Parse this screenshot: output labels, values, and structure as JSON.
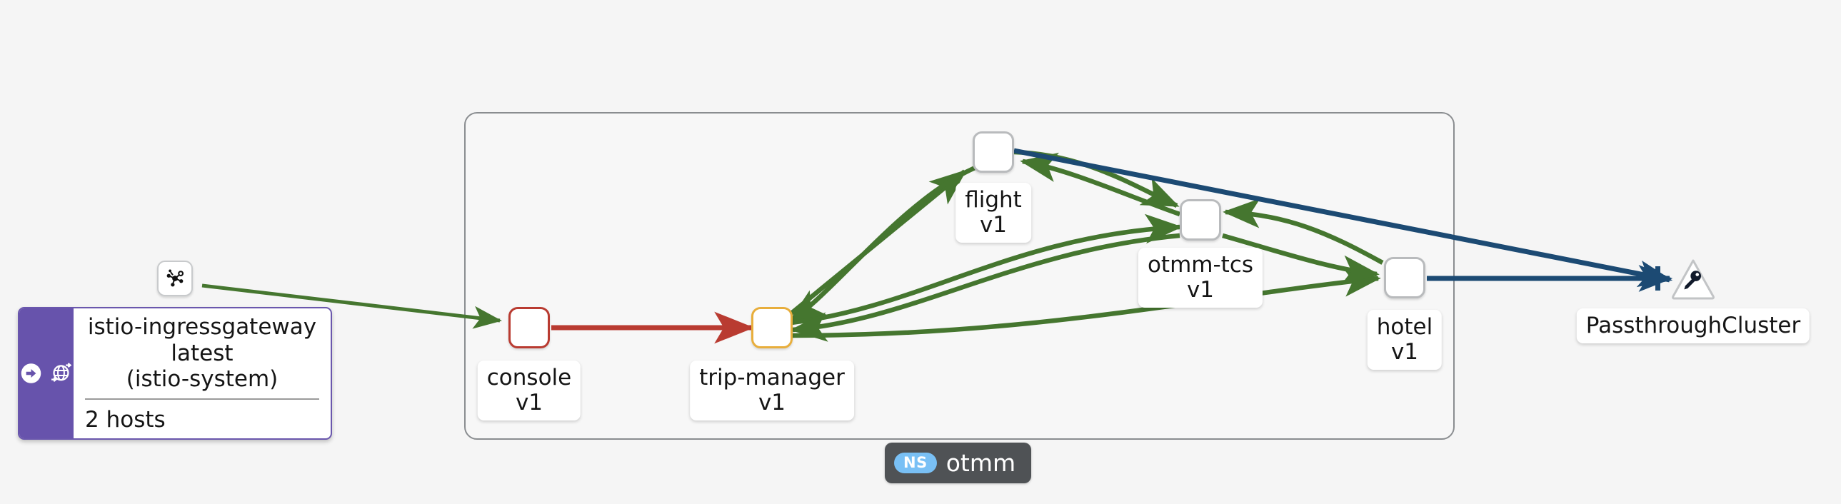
{
  "graph": {
    "background_color": "#f5f5f5",
    "namespace_group": {
      "name": "otmm",
      "badge_prefix": "NS",
      "badge_bg": "#4f5255",
      "pill_bg": "#79c0f5",
      "border_color": "#8a8d90"
    },
    "gateway_card": {
      "title_line1": "istio-ingressgateway",
      "title_line2": "latest",
      "title_line3": "(istio-system)",
      "hosts_label": "2 hosts",
      "accent_color": "#6753ac",
      "icons": [
        "arrow-circle-right-icon",
        "globe-route-icon"
      ],
      "top_badge_icon": "mesh-topology-icon"
    },
    "nodes": [
      {
        "id": "console",
        "label_line1": "console",
        "label_line2": "v1",
        "health": "red",
        "border_color": "#b93b31"
      },
      {
        "id": "trip-manager",
        "label_line1": "trip-manager",
        "label_line2": "v1",
        "health": "amber",
        "border_color": "#e8ae3c"
      },
      {
        "id": "flight",
        "label_line1": "flight",
        "label_line2": "v1",
        "health": "idle",
        "border_color": "#b9bbbd"
      },
      {
        "id": "otmm-tcs",
        "label_line1": "otmm-tcs",
        "label_line2": "v1",
        "health": "idle",
        "border_color": "#b9bbbd"
      },
      {
        "id": "hotel",
        "label_line1": "hotel",
        "label_line2": "v1",
        "health": "idle",
        "border_color": "#b9bbbd"
      },
      {
        "id": "passthroughcluster",
        "label_line1": "PassthroughCluster",
        "label_line2": "",
        "health": "idle",
        "border_color": "#b9bbbd",
        "shape": "triangle",
        "icon": "key-icon"
      }
    ],
    "edge_colors": {
      "healthy": "#45762f",
      "error": "#b93b31",
      "tcp": "#1c4a73"
    },
    "edges": [
      {
        "from": "istio-ingressgateway",
        "to": "console",
        "status": "healthy"
      },
      {
        "from": "console",
        "to": "trip-manager",
        "status": "error"
      },
      {
        "from": "trip-manager",
        "to": "flight",
        "status": "healthy"
      },
      {
        "from": "trip-manager",
        "to": "otmm-tcs",
        "status": "healthy"
      },
      {
        "from": "trip-manager",
        "to": "hotel",
        "status": "healthy"
      },
      {
        "from": "flight",
        "to": "trip-manager",
        "status": "healthy"
      },
      {
        "from": "flight",
        "to": "otmm-tcs",
        "status": "healthy"
      },
      {
        "from": "otmm-tcs",
        "to": "flight",
        "status": "healthy"
      },
      {
        "from": "otmm-tcs",
        "to": "hotel",
        "status": "healthy"
      },
      {
        "from": "hotel",
        "to": "otmm-tcs",
        "status": "healthy"
      },
      {
        "from": "hotel",
        "to": "passthroughcluster",
        "status": "tcp",
        "mtls": true
      },
      {
        "from": "flight",
        "to": "passthroughcluster",
        "status": "tcp"
      }
    ]
  }
}
